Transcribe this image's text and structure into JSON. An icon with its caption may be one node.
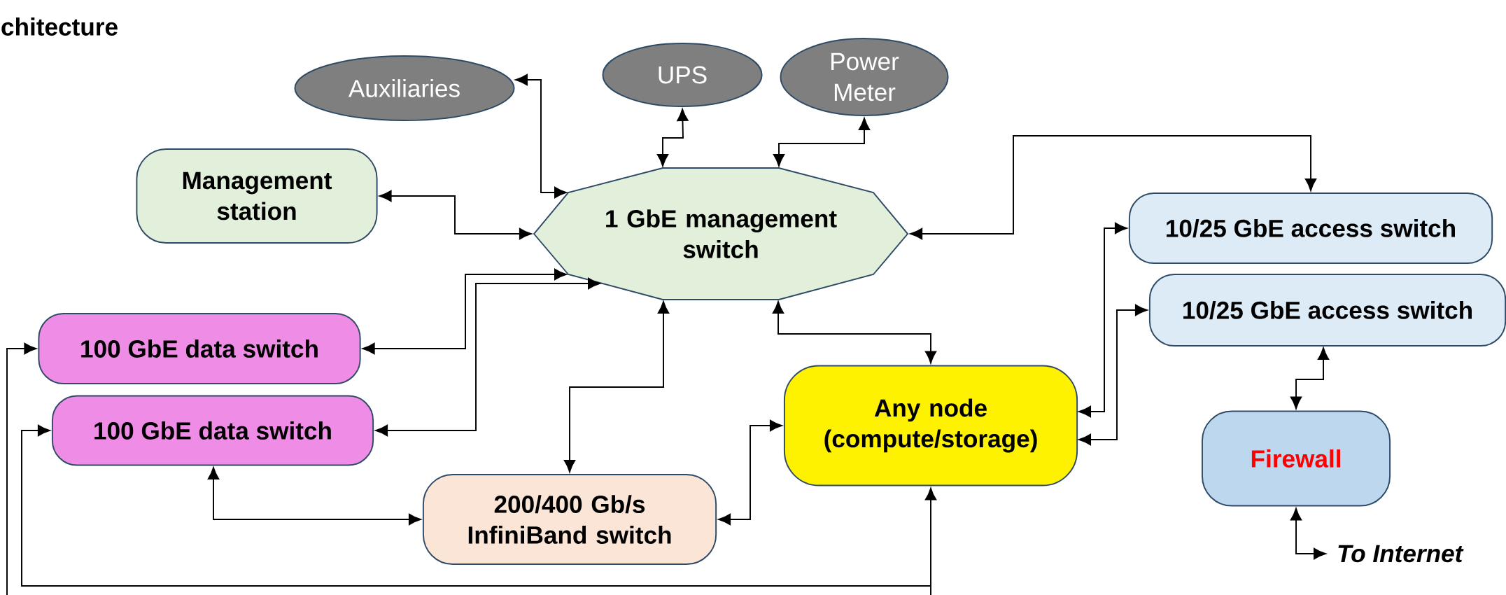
{
  "diagram": {
    "title": "chitecture",
    "nodes": [
      {
        "text": [
          "Auxiliaries"
        ]
      },
      {
        "text": [
          "UPS"
        ]
      },
      {
        "text": [
          "Power Meter"
        ]
      },
      {
        "text": [
          "Management station"
        ]
      },
      {
        "text": [
          "1 GbE management switch"
        ]
      },
      {
        "text": [
          "10/25 GbE access switch"
        ]
      },
      {
        "text": [
          "10/25 GbE access switch"
        ]
      },
      {
        "text": [
          "100 GbE data switch"
        ]
      },
      {
        "text": [
          "100 GbE data switch"
        ]
      },
      {
        "text": [
          "Any node (compute/storage)"
        ]
      },
      {
        "text": [
          "200/400 Gb/s InfiniBand switch"
        ]
      },
      {
        "text": [
          "Firewall"
        ]
      },
      {
        "text": [
          "To Internet"
        ]
      }
    ],
    "edges": [
      {
        "from": 0,
        "to": 4,
        "arrow": "both"
      },
      {
        "from": 1,
        "to": 4,
        "arrow": "both"
      },
      {
        "from": 2,
        "to": 4,
        "arrow": "both"
      },
      {
        "from": 3,
        "to": 4,
        "arrow": "both"
      },
      {
        "from": 4,
        "to": 5,
        "arrow": "both"
      },
      {
        "from": 4,
        "to": 7,
        "arrow": "both"
      },
      {
        "from": 4,
        "to": 8,
        "arrow": "both"
      },
      {
        "from": 4,
        "to": 10,
        "arrow": "both"
      },
      {
        "from": 4,
        "to": 9,
        "arrow": "both"
      },
      {
        "from": 9,
        "to": 5,
        "arrow": "both"
      },
      {
        "from": 9,
        "to": 6,
        "arrow": "both"
      },
      {
        "from": 6,
        "to": 11,
        "arrow": "both"
      },
      {
        "from": 11,
        "to": 12,
        "arrow": "both"
      },
      {
        "from": 8,
        "to": 10,
        "arrow": "both"
      },
      {
        "from": 10,
        "to": 9,
        "arrow": "both"
      },
      {
        "from": 8,
        "to": 9,
        "arrow": "both"
      },
      {
        "from": null,
        "to": 7,
        "arrow": "to"
      }
    ]
  }
}
